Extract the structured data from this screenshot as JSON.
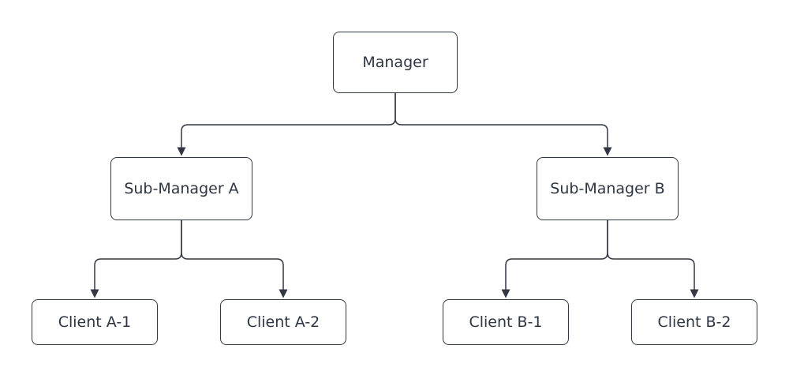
{
  "diagram": {
    "type": "org-chart",
    "nodes": {
      "manager": {
        "label": "Manager"
      },
      "sub_manager_a": {
        "label": "Sub-Manager A"
      },
      "sub_manager_b": {
        "label": "Sub-Manager B"
      },
      "client_a1": {
        "label": "Client A-1"
      },
      "client_a2": {
        "label": "Client A-2"
      },
      "client_b1": {
        "label": "Client B-1"
      },
      "client_b2": {
        "label": "Client B-2"
      }
    },
    "edges": [
      {
        "from": "Manager",
        "to": "Sub-Manager A",
        "arrow": "filled-triangle"
      },
      {
        "from": "Manager",
        "to": "Sub-Manager B",
        "arrow": "filled-triangle"
      },
      {
        "from": "Sub-Manager A",
        "to": "Client A-1",
        "arrow": "filled-triangle"
      },
      {
        "from": "Sub-Manager A",
        "to": "Client A-2",
        "arrow": "filled-triangle"
      },
      {
        "from": "Sub-Manager B",
        "to": "Client B-1",
        "arrow": "filled-triangle"
      },
      {
        "from": "Sub-Manager B",
        "to": "Client B-2",
        "arrow": "filled-triangle"
      }
    ],
    "colors": {
      "line": "#333744",
      "node-border": "#333744",
      "node-text": "#2d3642",
      "node-fill": "#ffffff",
      "background": "#ffffff"
    }
  }
}
